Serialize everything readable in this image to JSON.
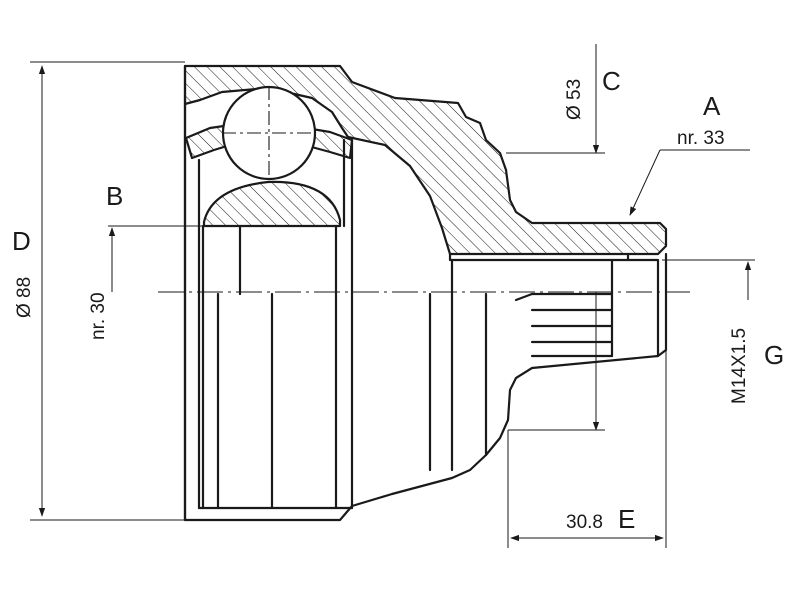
{
  "labels": {
    "A": "A",
    "B": "B",
    "C": "C",
    "D": "D",
    "E": "E",
    "G": "G"
  },
  "dimensions": {
    "outer_diameter": "Ø 88",
    "shaft_diameter": "Ø 53",
    "spline_count_a": "nr. 33",
    "spline_count_b": "nr. 30",
    "thread": "M14X1.5",
    "length": "30.8"
  },
  "colors": {
    "line": "#1a1a1a",
    "background": "#ffffff"
  }
}
